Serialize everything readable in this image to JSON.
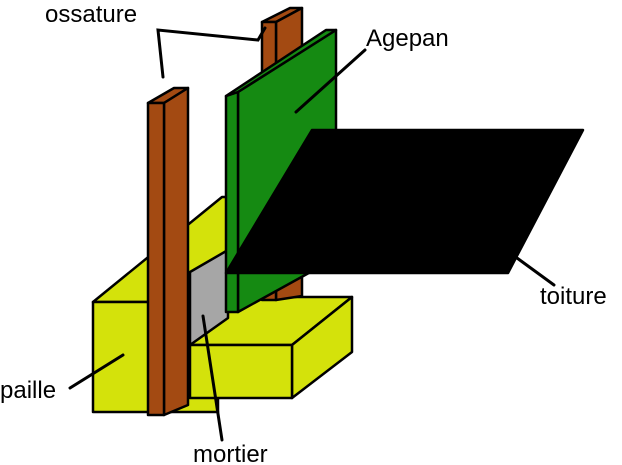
{
  "labels": {
    "ossature": "ossature",
    "agepan": "Agepan",
    "toiture": "toiture",
    "paille": "paille",
    "mortier": "mortier"
  },
  "colors": {
    "straw": "#d4e20b",
    "timber": "#a34a12",
    "agepan_panel": "#158a12",
    "mortar": "#a6a6a6",
    "roof": "#000000",
    "outline": "#000000",
    "background": "#ffffff"
  }
}
